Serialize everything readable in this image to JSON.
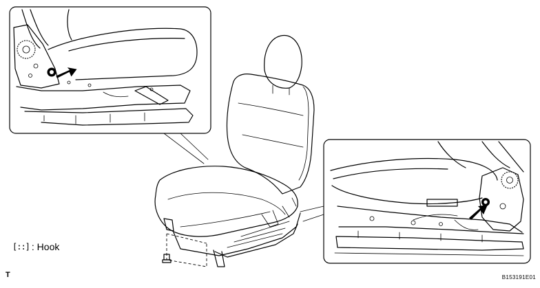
{
  "legend": {
    "symbol": "[::]",
    "text": ": Hook"
  },
  "corner_mark": "T",
  "figure_code": "B153191E01",
  "icons": {
    "hook_marker": "hook-dashed-bracket-icon",
    "arrow": "black-pointer-arrow-icon",
    "bolt": "bolt-icon"
  },
  "colors": {
    "line": "#000000",
    "background": "#ffffff"
  }
}
